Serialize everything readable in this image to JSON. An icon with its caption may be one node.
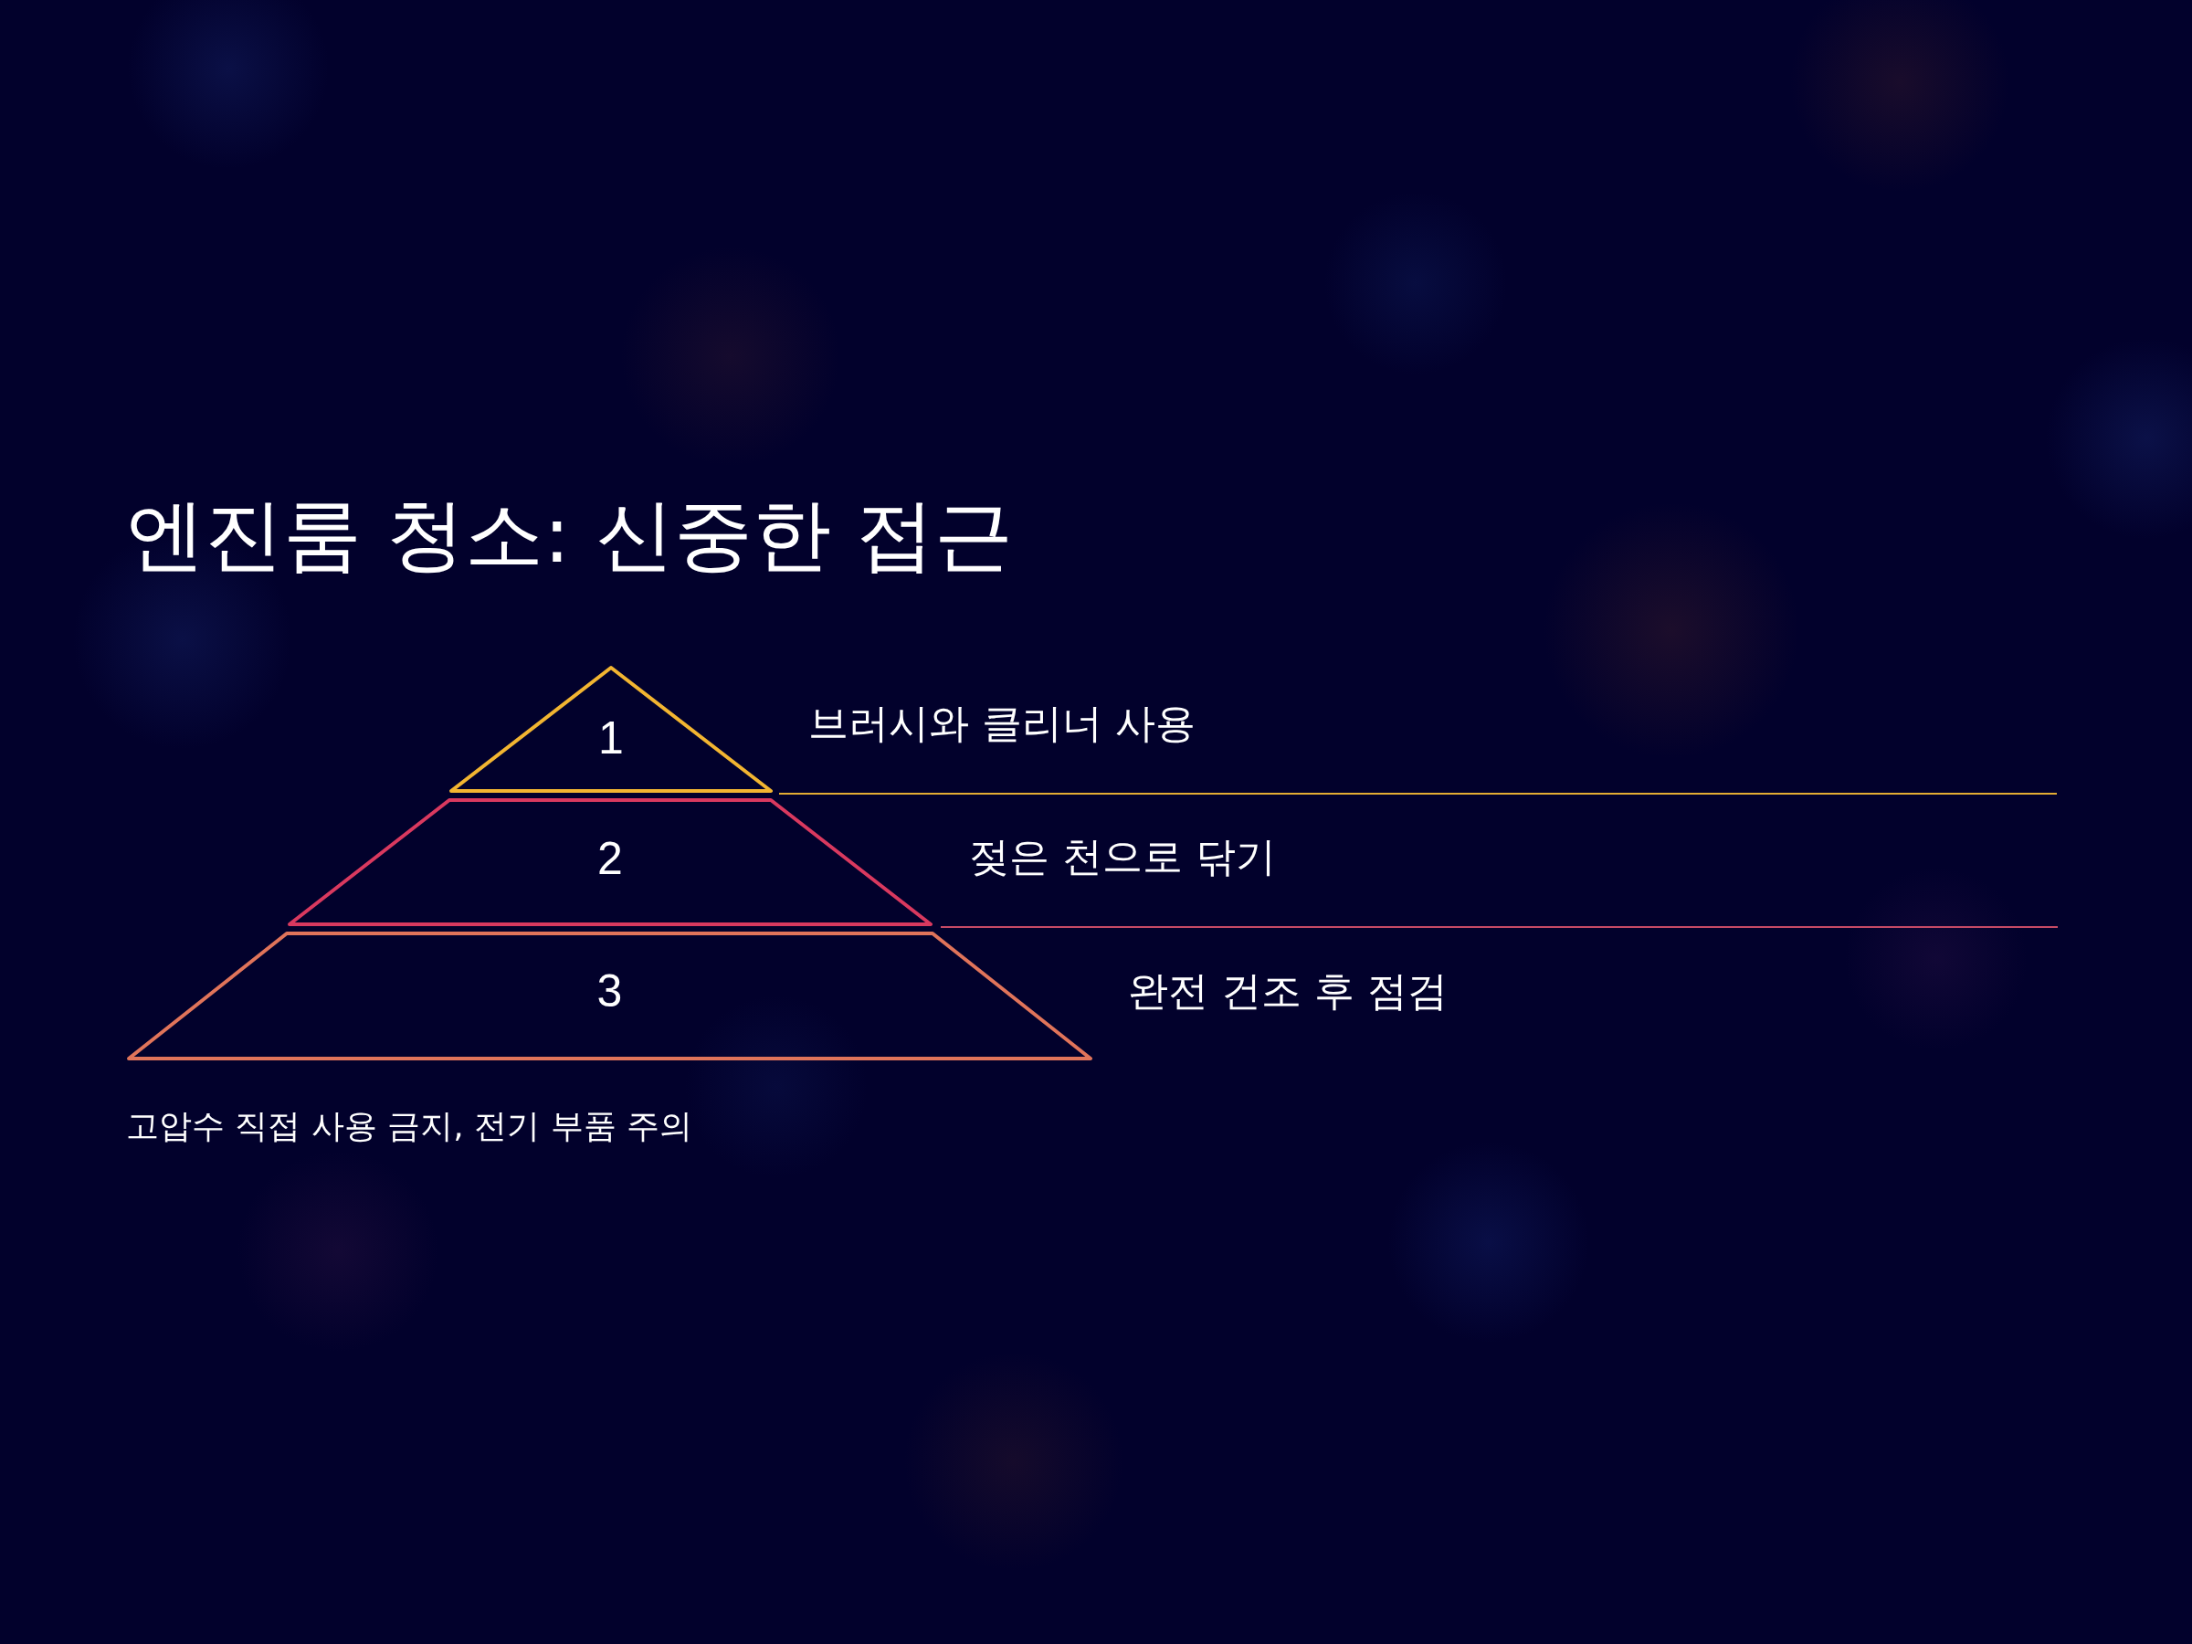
{
  "diagram": {
    "title": "엔진룸 청소: 신중한 접근",
    "nodes": [
      {
        "text": [
          "1"
        ],
        "beside": [
          "브러시와 클리너 사용"
        ]
      },
      {
        "text": [
          "2"
        ],
        "beside": [
          "젖은 천으로 닦기"
        ]
      },
      {
        "text": [
          "3"
        ],
        "beside": [
          "완전 건조 후 점검"
        ]
      }
    ],
    "labels": [
      "고압수 직접 사용 금지, 전기 부품 주의"
    ]
  }
}
